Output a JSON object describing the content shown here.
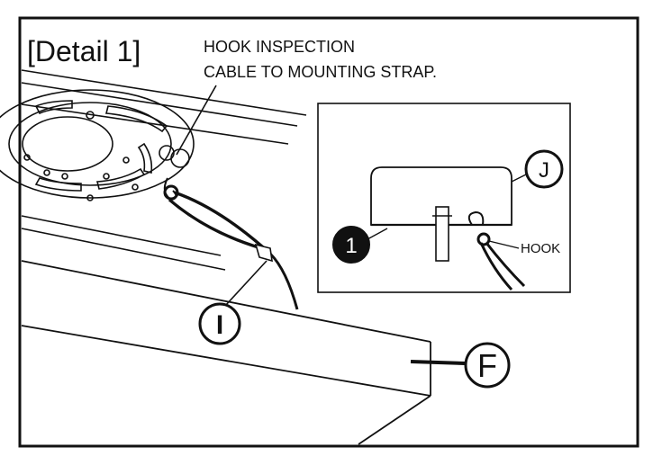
{
  "title": "[Detail  1]",
  "note": {
    "line1": "HOOK  INSPECTION",
    "line2": "CABLE TO MOUNTING STRAP."
  },
  "callouts": {
    "inspection_cable": "I",
    "canopy": "F",
    "inset_part": "J",
    "inset_screw": "1",
    "hook": "HOOK"
  },
  "colors": {
    "line": "#111111",
    "background": "#ffffff",
    "filled_callout": "#111111",
    "filled_callout_text": "#ffffff"
  }
}
